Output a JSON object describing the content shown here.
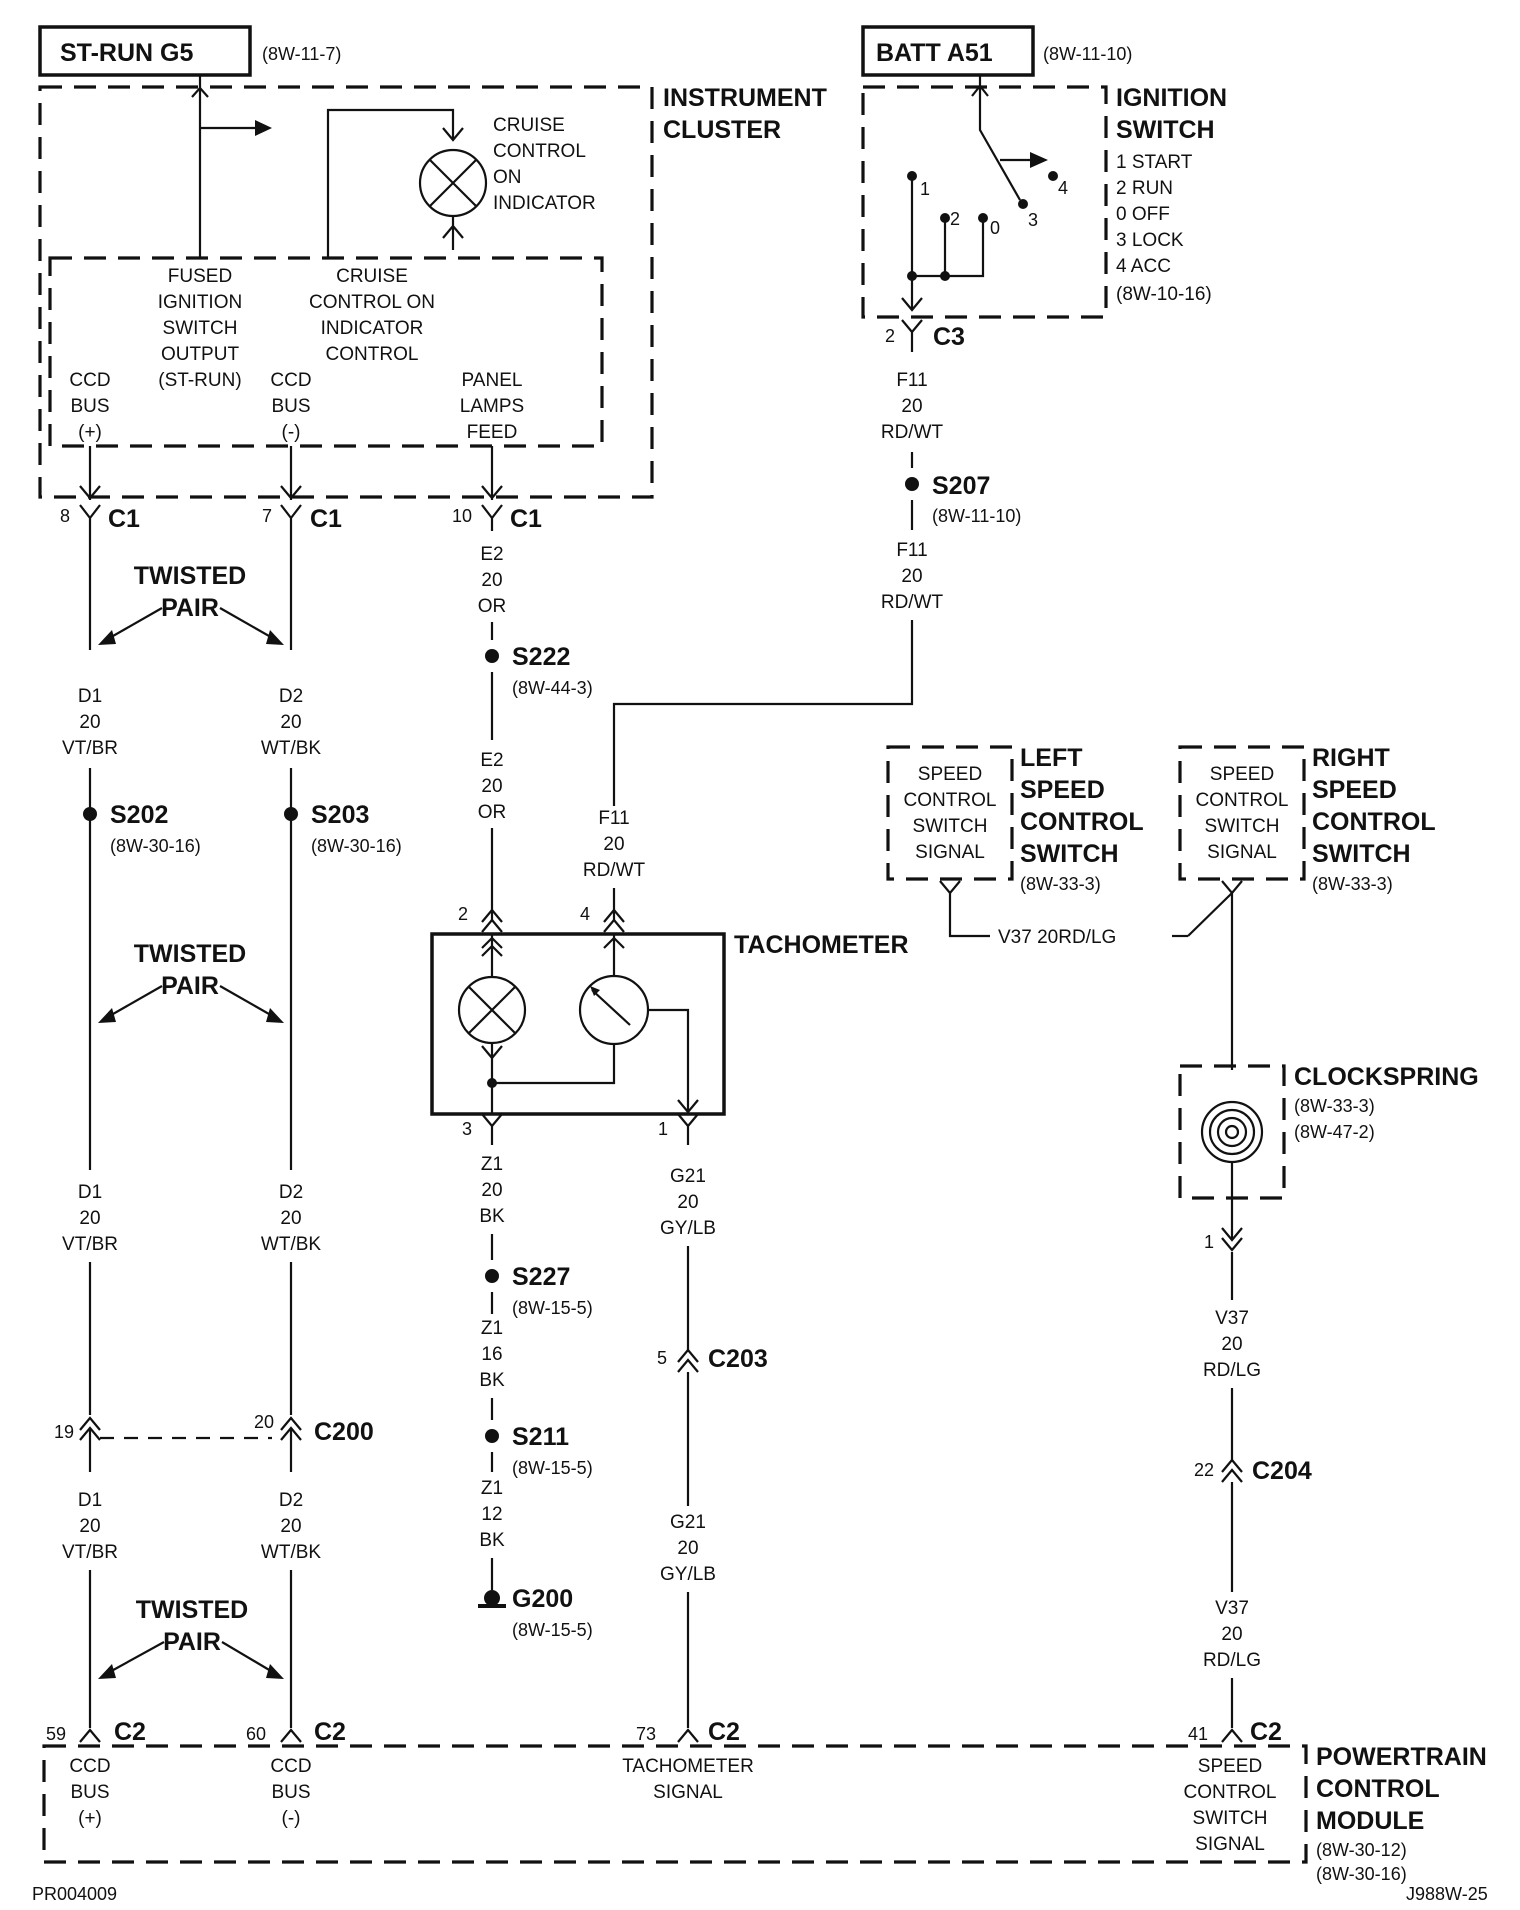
{
  "labels": {
    "st_run": "ST-RUN G5",
    "st_run_ref": "(8W-11-7)",
    "batt": "BATT A51",
    "batt_ref": "(8W-11-10)",
    "ic1": "INSTRUMENT",
    "ic2": "CLUSTER",
    "cruise_ind": [
      "CRUISE",
      "CONTROL",
      "ON",
      "INDICATOR"
    ],
    "fused": [
      "FUSED",
      "IGNITION",
      "SWITCH",
      "OUTPUT",
      "(ST-RUN)"
    ],
    "cc_ctrl": [
      "CRUISE",
      "CONTROL ON",
      "INDICATOR",
      "CONTROL"
    ],
    "ccd_pos": [
      "CCD",
      "BUS",
      "(+)"
    ],
    "ccd_neg": [
      "CCD",
      "BUS",
      "(-)"
    ],
    "panel": [
      "PANEL",
      "LAMPS",
      "FEED"
    ],
    "ign1": "IGNITION",
    "ign2": "SWITCH",
    "ign_pos": [
      "1 START",
      "2 RUN",
      "0 OFF",
      "3 LOCK",
      "4 ACC"
    ],
    "ign_ref": "(8W-10-16)",
    "ign_nums": [
      "1",
      "2",
      "0",
      "3",
      "4"
    ],
    "twisted1": "TWISTED",
    "twisted2": "PAIR",
    "tach": "TACHOMETER",
    "left_sw": [
      "LEFT",
      "SPEED",
      "CONTROL",
      "SWITCH"
    ],
    "right_sw": [
      "RIGHT",
      "SPEED",
      "CONTROL",
      "SWITCH"
    ],
    "sw_ref": "(8W-33-3)",
    "sw_sig": [
      "SPEED",
      "CONTROL",
      "SWITCH",
      "SIGNAL"
    ],
    "clock": "CLOCKSPRING",
    "clock_ref1": "(8W-33-3)",
    "clock_ref2": "(8W-47-2)",
    "pcm": [
      "POWERTRAIN",
      "CONTROL",
      "MODULE"
    ],
    "pcm_ref1": "(8W-30-12)",
    "pcm_ref2": "(8W-30-16)",
    "pcm_ccd_pos": [
      "CCD",
      "BUS",
      "(+)"
    ],
    "pcm_ccd_neg": [
      "CCD",
      "BUS",
      "(-)"
    ],
    "pcm_tach": [
      "TACHOMETER",
      "SIGNAL"
    ],
    "pcm_speed": [
      "SPEED",
      "CONTROL",
      "SWITCH",
      "SIGNAL"
    ],
    "v37_mid": "V37   20RD/LG",
    "footer_left": "PR004009",
    "footer_right": "J988W-25"
  },
  "connectors": {
    "c1a": {
      "pin": "8",
      "name": "C1"
    },
    "c1b": {
      "pin": "7",
      "name": "C1"
    },
    "c1c": {
      "pin": "10",
      "name": "C1"
    },
    "c3": {
      "pin": "2",
      "name": "C3"
    },
    "tach_in2": {
      "pin": "2"
    },
    "tach_in4": {
      "pin": "4"
    },
    "tach_out3": {
      "pin": "3"
    },
    "tach_out1": {
      "pin": "1"
    },
    "c200a": {
      "pin": "19"
    },
    "c200b": {
      "pin": "20",
      "name": "C200"
    },
    "c203": {
      "pin": "5",
      "name": "C203"
    },
    "clock_out": {
      "pin": "1"
    },
    "c204": {
      "pin": "22",
      "name": "C204"
    },
    "c2a": {
      "pin": "59",
      "name": "C2"
    },
    "c2b": {
      "pin": "60",
      "name": "C2"
    },
    "c2c": {
      "pin": "73",
      "name": "C2"
    },
    "c2d": {
      "pin": "41",
      "name": "C2"
    }
  },
  "splices": {
    "s202": {
      "name": "S202",
      "ref": "(8W-30-16)"
    },
    "s203": {
      "name": "S203",
      "ref": "(8W-30-16)"
    },
    "s222": {
      "name": "S222",
      "ref": "(8W-44-3)"
    },
    "s207": {
      "name": "S207",
      "ref": "(8W-11-10)"
    },
    "s227": {
      "name": "S227",
      "ref": "(8W-15-5)"
    },
    "s211": {
      "name": "S211",
      "ref": "(8W-15-5)"
    },
    "g200": {
      "name": "G200",
      "ref": "(8W-15-5)"
    }
  },
  "wires": {
    "d1_top": [
      "D1",
      "20",
      "VT/BR"
    ],
    "d2_top": [
      "D2",
      "20",
      "WT/BK"
    ],
    "d1_mid": [
      "D1",
      "20",
      "VT/BR"
    ],
    "d2_mid": [
      "D2",
      "20",
      "WT/BK"
    ],
    "d1_bot": [
      "D1",
      "20",
      "VT/BR"
    ],
    "d2_bot": [
      "D2",
      "20",
      "WT/BK"
    ],
    "e2_top": [
      "E2",
      "20",
      "OR"
    ],
    "e2_bot": [
      "E2",
      "20",
      "OR"
    ],
    "f11_a": [
      "F11",
      "20",
      "RD/WT"
    ],
    "f11_b": [
      "F11",
      "20",
      "RD/WT"
    ],
    "f11_c": [
      "F11",
      "20",
      "RD/WT"
    ],
    "z1_a": [
      "Z1",
      "20",
      "BK"
    ],
    "z1_b": [
      "Z1",
      "16",
      "BK"
    ],
    "z1_c": [
      "Z1",
      "12",
      "BK"
    ],
    "g21_a": [
      "G21",
      "20",
      "GY/LB"
    ],
    "g21_b": [
      "G21",
      "20",
      "GY/LB"
    ],
    "v37_a": [
      "V37",
      "20",
      "RD/LG"
    ],
    "v37_b": [
      "V37",
      "20",
      "RD/LG"
    ]
  }
}
